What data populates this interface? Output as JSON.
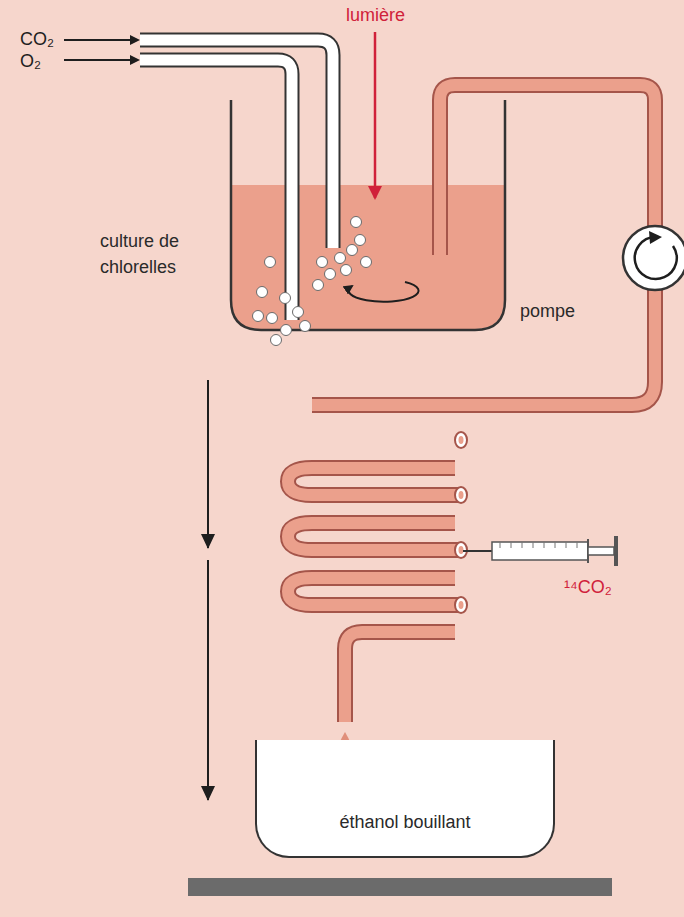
{
  "diagram": {
    "nodes": [
      {
        "text": [
          "éthanol bouillant"
        ]
      }
    ],
    "labels": [
      "CO₂",
      "O₂",
      "lumière",
      "culture de chlorelles",
      "pompe",
      "¹⁴CO₂"
    ]
  }
}
